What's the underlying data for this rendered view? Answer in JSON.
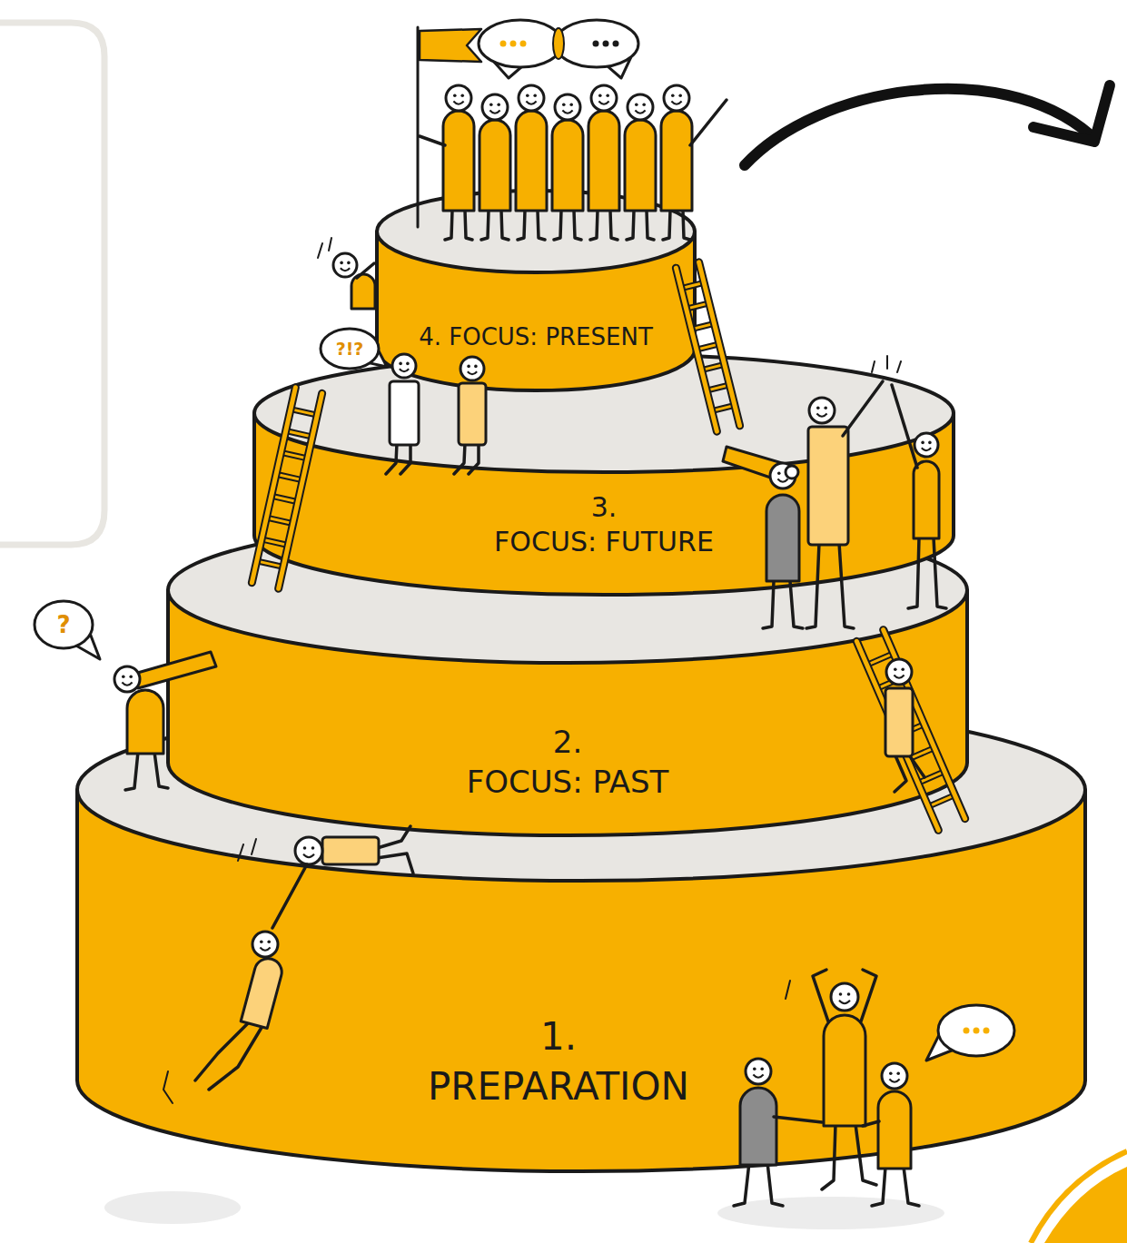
{
  "diagram": {
    "nodes": [
      {
        "text": [
          "1. PREPARATION"
        ]
      },
      {
        "text": [
          "2. FOCUS: PAST"
        ]
      },
      {
        "text": [
          "3. FOCUS: FUTURE"
        ]
      },
      {
        "text": [
          "4. FOCUS: PRESENT"
        ]
      }
    ],
    "labels": [
      "?",
      "?!?"
    ]
  }
}
